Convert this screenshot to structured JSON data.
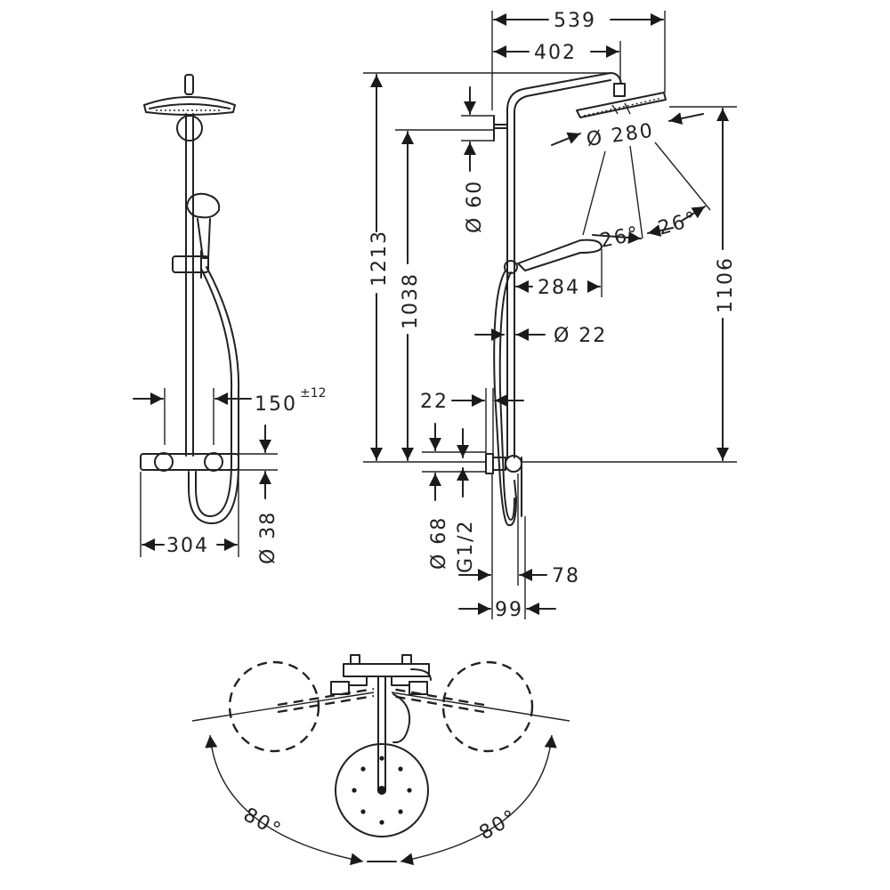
{
  "dimensions": {
    "width_total": "539",
    "width_arm": "402",
    "head_diameter": "Ø 280",
    "head_angle_left": "26°",
    "head_angle_right": "26°",
    "wall_mount_diameter": "Ø 60",
    "height_total": "1213",
    "height_mount": "1038",
    "height_head": "1106",
    "hand_shower_width": "284",
    "pipe_diameter": "Ø 22",
    "pipe_offset": "22",
    "thermostat_diameter": "Ø 68",
    "thread": "G1/2",
    "wall_to_pipe": "78",
    "wall_to_front": "99",
    "thermostat_width": "304",
    "connection_spacing": "150",
    "connection_tolerance": "±12",
    "thermostat_height": "Ø 38",
    "swivel_left": "80°",
    "swivel_right": "80°"
  }
}
